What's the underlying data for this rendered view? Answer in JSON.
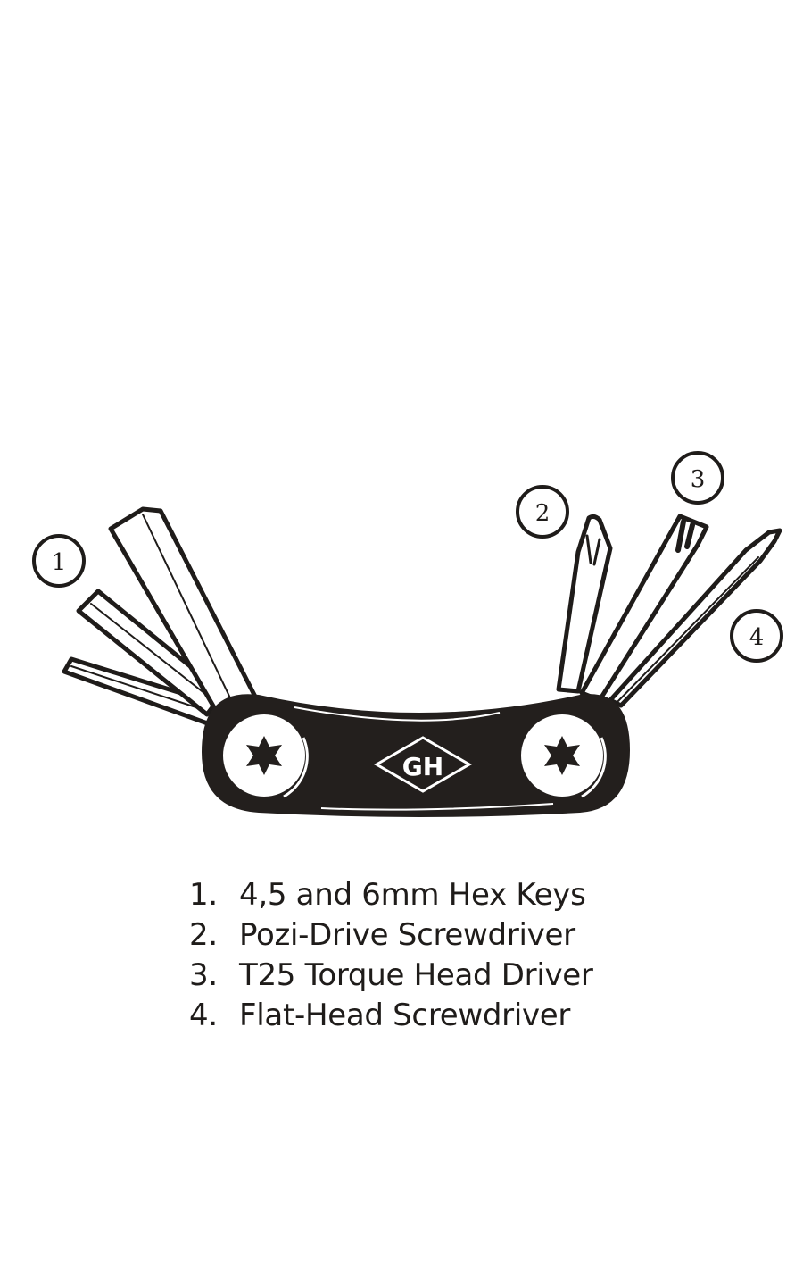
{
  "diagram": {
    "title": "Multi-tool diagram",
    "colors": {
      "ink": "#1f1c1a",
      "background": "#ffffff",
      "body": "#231f1d"
    },
    "logo_text": "GH",
    "callouts": [
      {
        "id": 1,
        "label": "1"
      },
      {
        "id": 2,
        "label": "2"
      },
      {
        "id": 3,
        "label": "3"
      },
      {
        "id": 4,
        "label": "4"
      }
    ]
  },
  "legend": {
    "items": [
      {
        "number": "1.",
        "text": "4,5 and 6mm Hex Keys"
      },
      {
        "number": "2.",
        "text": "Pozi-Drive Screwdriver"
      },
      {
        "number": "3.",
        "text": "T25 Torque Head Driver"
      },
      {
        "number": "4.",
        "text": "Flat-Head Screwdriver"
      }
    ]
  }
}
